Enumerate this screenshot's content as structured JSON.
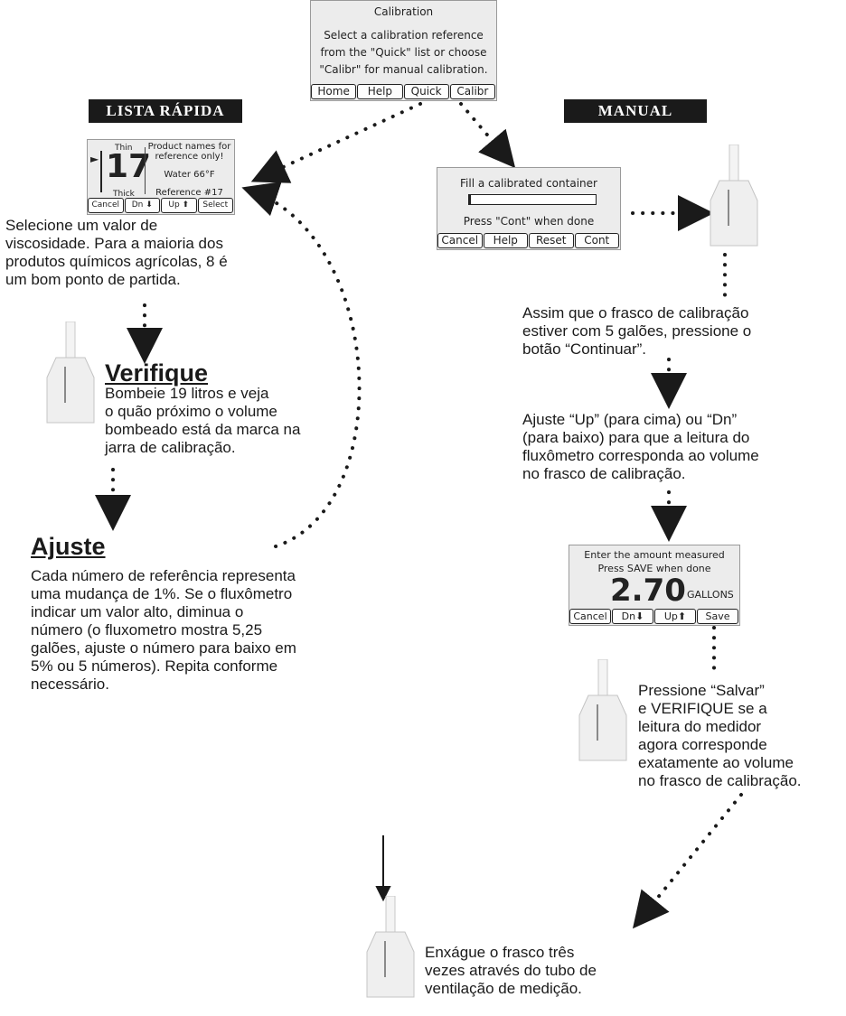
{
  "headers": {
    "quick": "LISTA RÁPIDA",
    "manual": "MANUAL"
  },
  "calibration_screen": {
    "title": "Calibration",
    "line1": "Select a calibration reference",
    "line2": "from the \"Quick\" list or choose",
    "line3": "\"Calibr\" for manual calibration.",
    "buttons": [
      "Home",
      "Help",
      "Quick",
      "Calibr"
    ]
  },
  "quick_screen": {
    "thin": "Thin",
    "value": "17",
    "thick": "Thick",
    "note1": "Product names for",
    "note2": "reference only!",
    "water": "Water 66°F",
    "reference": "Reference #17",
    "buttons": [
      "Cancel",
      "Dn ⬇",
      "Up ⬆",
      "Select"
    ]
  },
  "fill_screen": {
    "line1": "Fill a calibrated container",
    "line2": "Press \"Cont\" when done",
    "buttons": [
      "Cancel",
      "Help",
      "Reset",
      "Cont"
    ]
  },
  "amount_screen": {
    "line1": "Enter the amount measured",
    "line2": "Press SAVE when done",
    "value": "2.70",
    "unit": "GALLONS",
    "buttons": [
      "Cancel",
      "Dn⬇",
      "Up⬆",
      "Save"
    ]
  },
  "left": {
    "select_text": [
      "Selecione um valor de",
      "viscosidade. Para a maioria dos",
      "produtos químicos agrícolas, 8 é",
      "um bom ponto de partida."
    ],
    "verify_title": "Verifique",
    "verify_text": [
      "Bombeie 19 litros e veja",
      "o quão próximo o volume",
      "bombeado está da marca na",
      "jarra de  calibração."
    ],
    "adjust_title": "Ajuste",
    "adjust_text": [
      "Cada número de referência representa",
      "uma mudança de 1%. Se o fluxômetro",
      "indicar um valor alto, diminua o",
      "número (o fluxometro mostra 5,25",
      "galões, ajuste o número para baixo em",
      "5% ou 5 números). Repita conforme",
      "necessário."
    ]
  },
  "right": {
    "continue_text": [
      "Assim que o frasco de calibração",
      "estiver com 5 galões, pressione o",
      "botão “Continuar”."
    ],
    "adjust_text": [
      "Ajuste “Up” (para cima) ou “Dn”",
      "(para baixo) para que a leitura do",
      "fluxômetro corresponda ao volume",
      "no frasco de calibração."
    ],
    "save_text": [
      "Pressione “Salvar”",
      "e VERIFIQUE se a",
      "leitura do medidor",
      "agora corresponde",
      "exatamente ao volume",
      "no frasco de calibração."
    ],
    "rinse_text": [
      "Enxágue o frasco três",
      "vezes através do tubo de",
      "ventilação de medição."
    ]
  },
  "colors": {
    "ink": "#1a1a1a",
    "lcd_bg": "#ececec",
    "jug": "#f2f2f2"
  }
}
